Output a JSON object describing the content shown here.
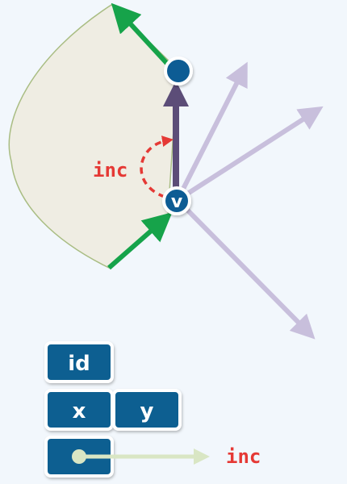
{
  "vertex": {
    "label": "v"
  },
  "edge_annotation": {
    "label": "inc"
  },
  "record": {
    "id_label": "id",
    "x_label": "x",
    "y_label": "y",
    "pointer_label": "inc"
  },
  "colors": {
    "face_fill": "#efede3",
    "face_stroke": "#a9bd83",
    "green_edge": "#16a34a",
    "dark_edge": "#5c4d78",
    "light_edge": "#c8bfdc",
    "vertex": "#0e5c94",
    "annotation": "#e53935",
    "record_box": "#0f5e91",
    "pointer_arrow": "#d9e6c4"
  }
}
